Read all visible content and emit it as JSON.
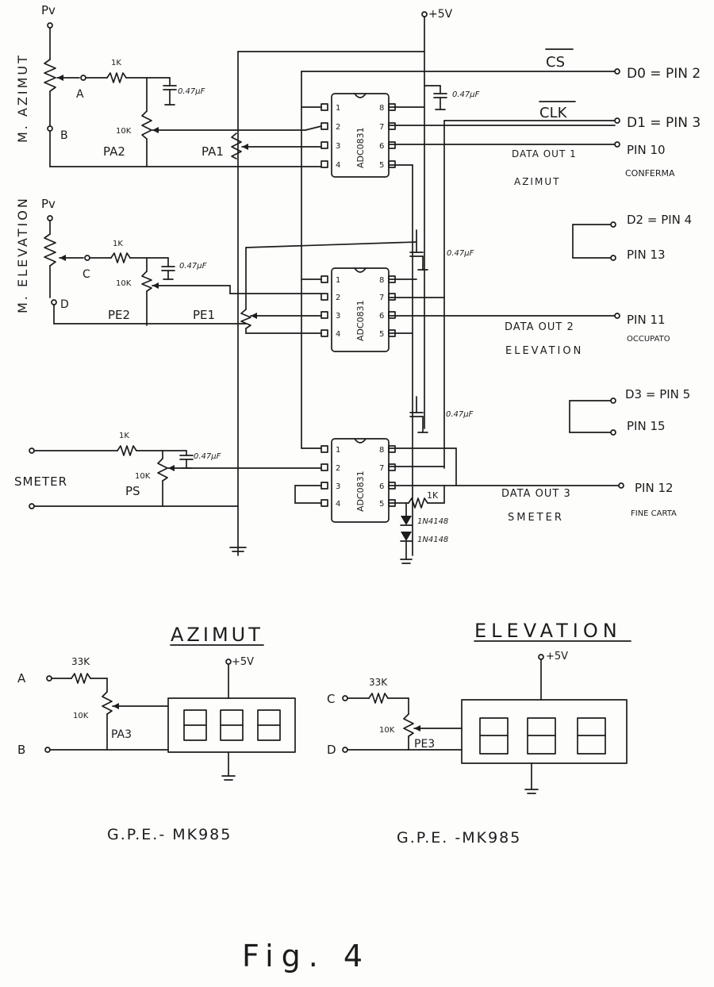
{
  "supply": {
    "pv_top": "Pv",
    "pv_mid": "Pv",
    "vcc_top": "+5V",
    "vcc_azimut": "+5V",
    "vcc_elevation": "+5V"
  },
  "motors": {
    "azimut": "M. AZIMUT",
    "elevation": "M. ELEVATION"
  },
  "nodes": {
    "a": "A",
    "b": "B",
    "c": "C",
    "d": "D",
    "c_lower": "C",
    "d_lower": "D"
  },
  "parts": {
    "r1k_1": "1K",
    "r1k_2": "1K",
    "r1k_3": "1K",
    "r1k_4": "1K",
    "r10k_1": "10K",
    "r10k_2": "10K",
    "r10k_3": "10K",
    "r10k_4": "10K",
    "r10k_5": "10K",
    "r33k_1": "33K",
    "r33k_2": "33K",
    "cap_1": "0.47µF",
    "cap_2": "0.47µF",
    "cap_3": "0.47µF",
    "cap_4": "0.47µF",
    "cap_5": "0.47µF",
    "cap_6": "0.47µF",
    "diode_1": "1N4148",
    "diode_2": "1N4148",
    "pa1": "PA1",
    "pa2": "PA2",
    "pe1": "PE1",
    "pe2": "PE2",
    "ps": "PS",
    "pa3": "PA3",
    "pe3": "PE3"
  },
  "chips": {
    "chip1": "ADC0831",
    "chip2": "ADC0831",
    "chip3": "ADC0831"
  },
  "pins": [
    "1",
    "2",
    "3",
    "4",
    "5",
    "6",
    "7",
    "8"
  ],
  "signals": {
    "cs": "CS",
    "clk": "CLK",
    "d0": "D0 = PIN 2",
    "d1": "D1 = PIN 3",
    "pin10": "PIN 10",
    "conferma": "CONFERMA",
    "data_out_1": "DATA OUT 1",
    "azimut_small": "AZIMUT",
    "d2": "D2 = PIN 4",
    "pin13": "PIN 13",
    "pin11": "PIN 11",
    "occupato": "OCCUPATO",
    "data_out_2": "DATA OUT 2",
    "elevation_small": "ELEVATION",
    "d3": "D3 = PIN 5",
    "pin15": "PIN 15",
    "pin12": "PIN 12",
    "fine_carta": "FINE CARTA",
    "data_out_3": "DATA OUT 3",
    "smeter_small": "SMETER",
    "smeter_input": "SMETER"
  },
  "display": {
    "azimut_title": "AZIMUT",
    "elevation_title": "ELEVATION",
    "azimut_model": "G.P.E.- MK985",
    "elevation_model": "G.P.E. -MK985"
  },
  "figure": "Fig. 4"
}
